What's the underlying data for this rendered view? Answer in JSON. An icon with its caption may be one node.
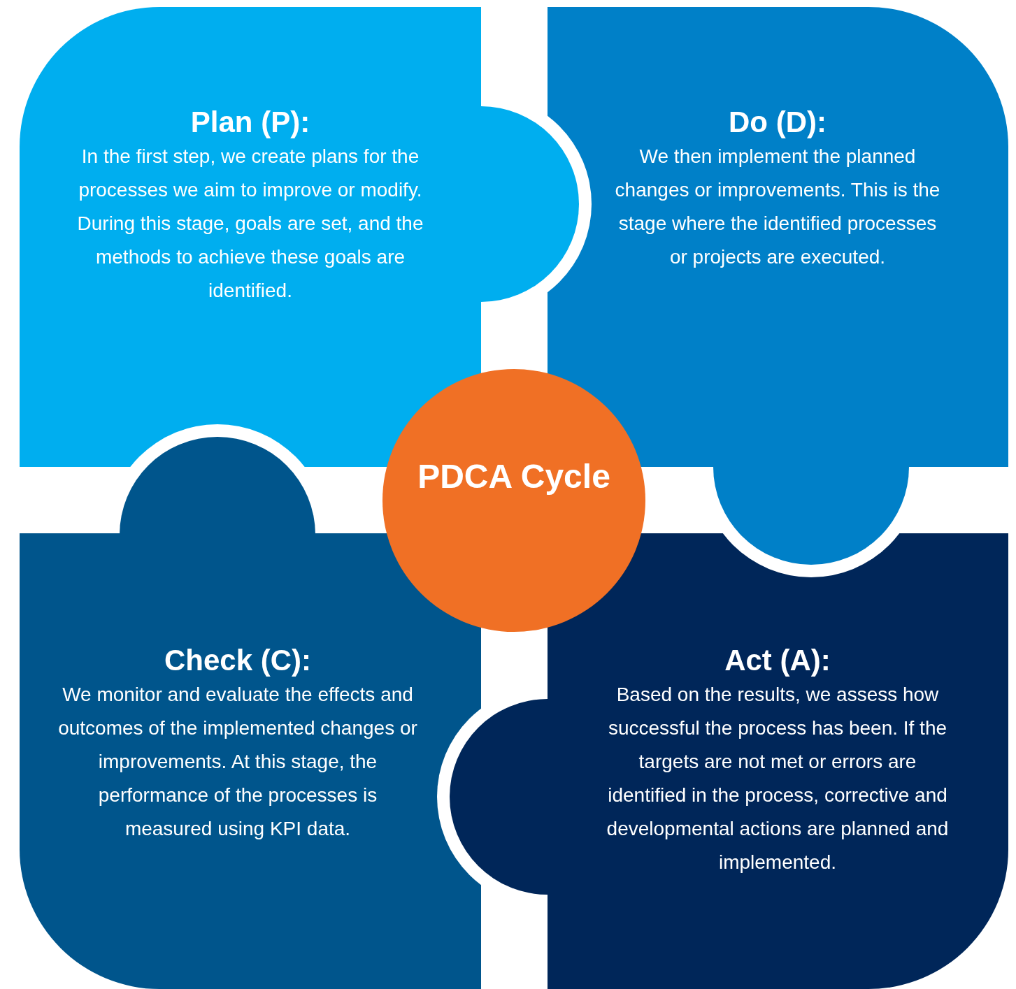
{
  "diagram": {
    "nodes": [
      {
        "text": [
          "Plan (P):",
          "In the first step, we create plans for the processes we aim to improve or modify. During this stage, goals are set, and the methods to achieve these goals are identified."
        ]
      },
      {
        "text": [
          "Do (D):",
          "We then implement the planned changes or improvements. This is the stage where the identified processes or projects are executed."
        ]
      },
      {
        "text": [
          "Check (C):",
          "We monitor and evaluate the effects and outcomes of the implemented changes or improvements. At this stage, the performance of the processes is measured using KPI data."
        ]
      },
      {
        "text": [
          "Act (A):",
          "Based on the results, we assess how successful the process has been. If the targets are not met or errors are identified in the process, corrective and developmental actions are planned and implemented."
        ]
      },
      {
        "text": [
          "PDCA Cycle"
        ]
      }
    ]
  }
}
